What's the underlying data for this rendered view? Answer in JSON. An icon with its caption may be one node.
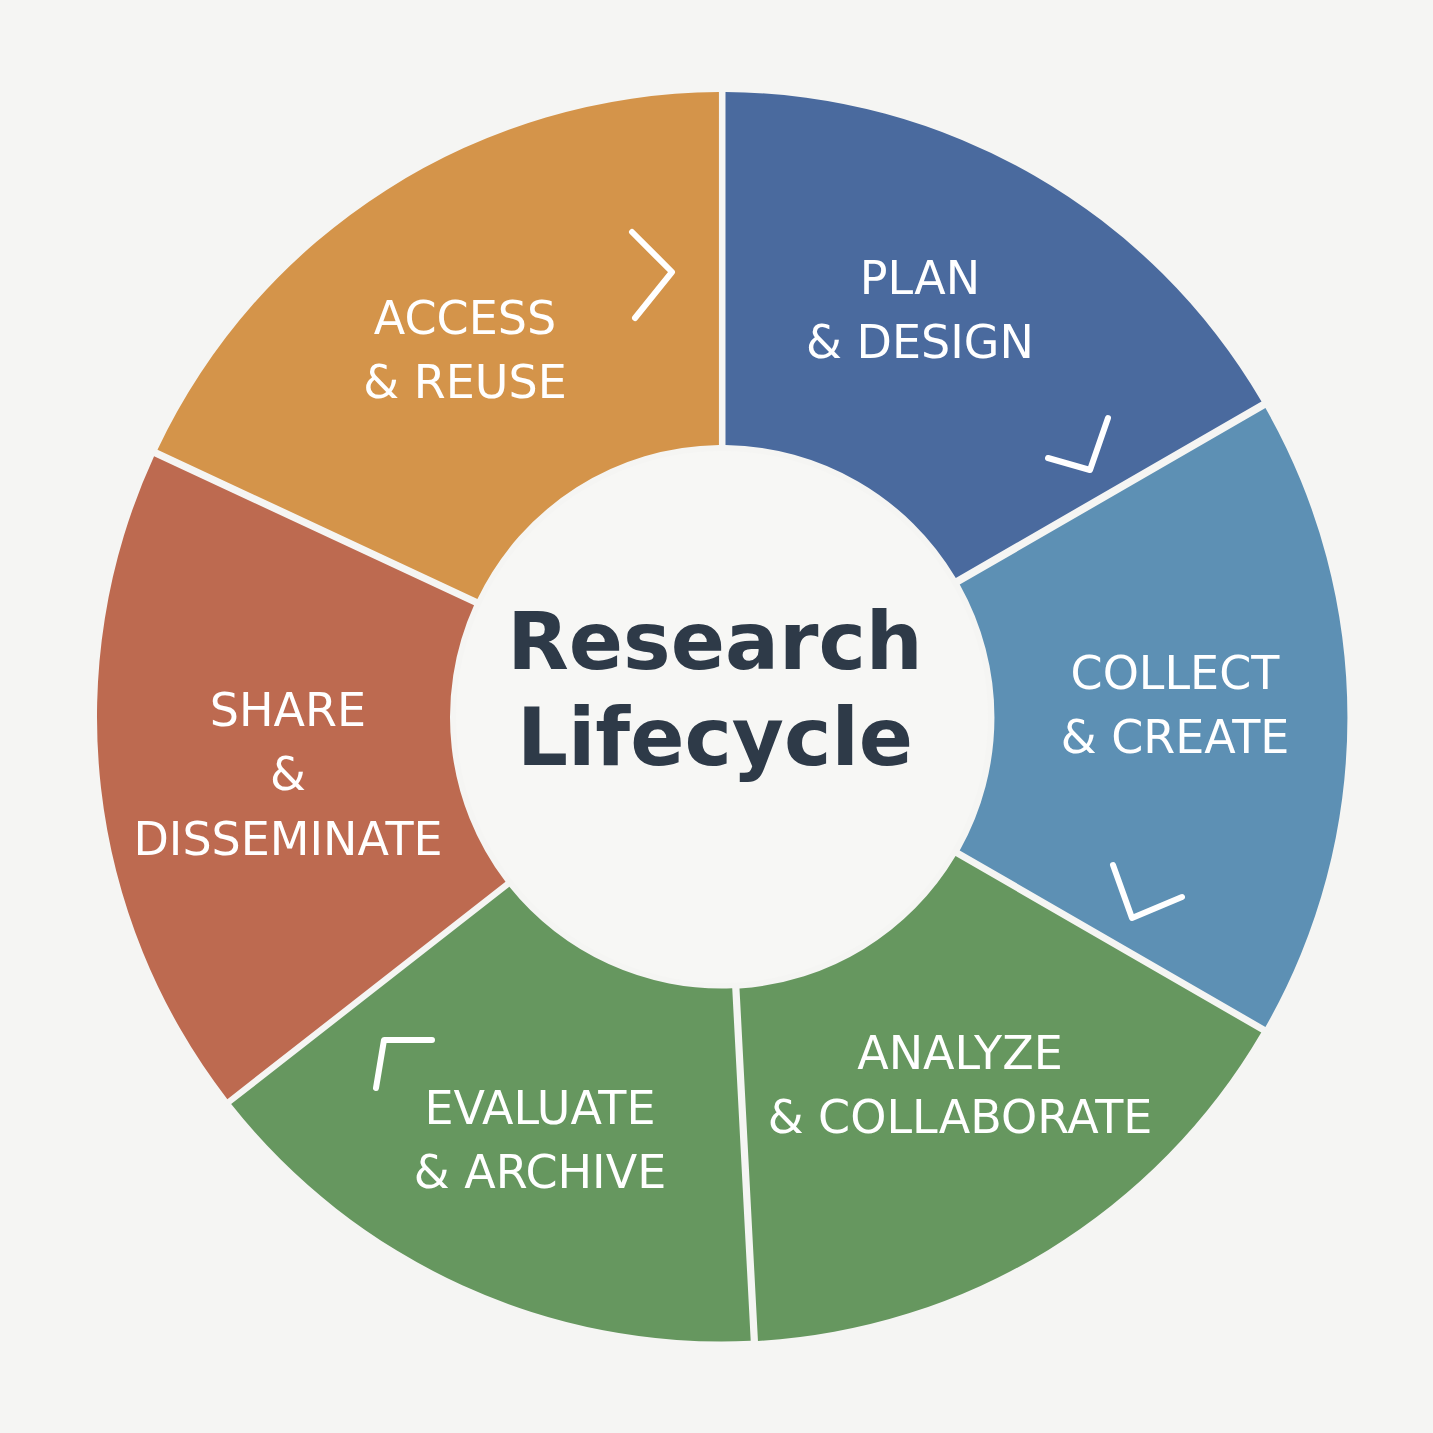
{
  "diagram": {
    "nodes": [
      {
        "text": [
          "Research Lifecycle"
        ]
      },
      {
        "text": [
          "PLAN & DESIGN"
        ]
      },
      {
        "text": [
          "COLLECT & CREATE"
        ]
      },
      {
        "text": [
          "ANALYZE & COLLABORATE"
        ]
      },
      {
        "text": [
          "EVALUATE & ARCHIVE"
        ]
      },
      {
        "text": [
          "SHARE & DISSEMINATE"
        ]
      },
      {
        "text": [
          "ACCESS & REUSE"
        ]
      }
    ]
  }
}
